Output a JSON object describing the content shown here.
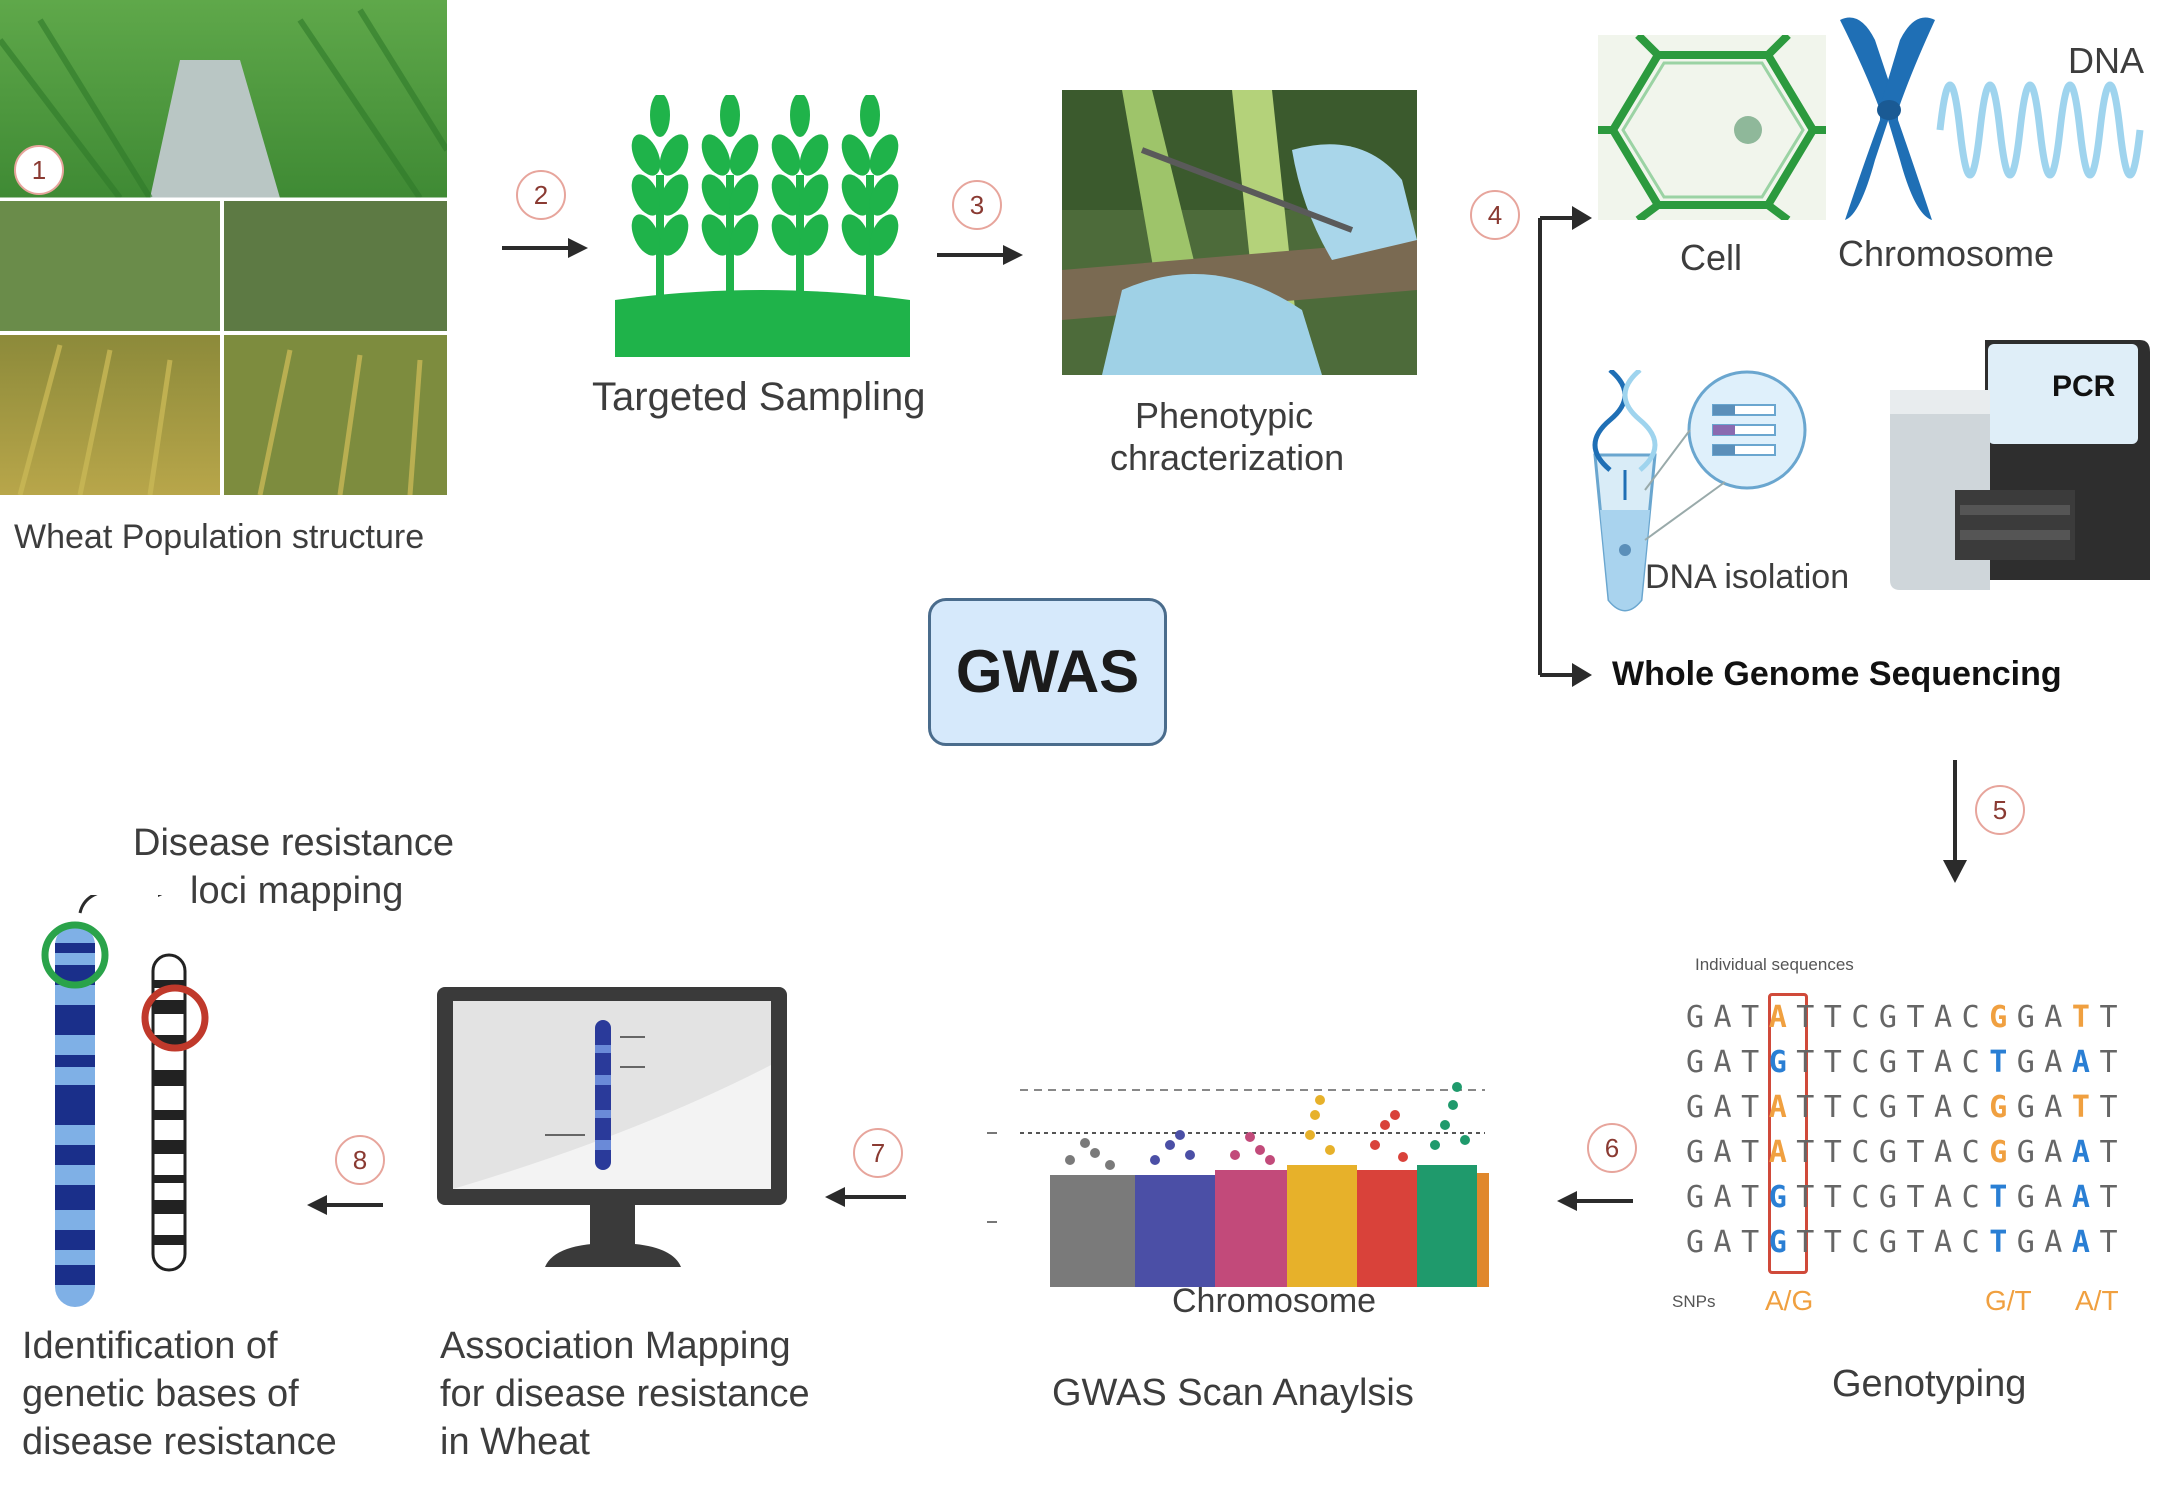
{
  "gwas_title": "GWAS",
  "steps": {
    "s1": {
      "number": "1",
      "label": "Wheat Population structure"
    },
    "s2": {
      "number": "2",
      "label": "Targeted Sampling"
    },
    "s3": {
      "number": "3",
      "label_line1": "Phenotypic",
      "label_line2": "chracterization"
    },
    "s4": {
      "number": "4",
      "cell_label": "Cell",
      "chromosome_label": "Chromosome",
      "dna_label": "DNA",
      "isolation_label": "DNA isolation",
      "pcr_label": "PCR",
      "wgs_label": "Whole Genome Sequencing"
    },
    "s5": {
      "number": "5"
    },
    "s6": {
      "number": "6",
      "label": "Genotyping",
      "header": "Individual sequences",
      "snps_label": "SNPs",
      "snp_1": "A/G",
      "snp_2": "G/T",
      "snp_3": "A/T",
      "rows": [
        {
          "pre": "GAT",
          "snp1": "A",
          "mid": "TTCGTAC",
          "snp2": "G",
          "post1": "GA",
          "snp3": "T",
          "post2": "T"
        },
        {
          "pre": "GAT",
          "snp1": "G",
          "mid": "TTCGTAC",
          "snp2": "T",
          "post1": "GA",
          "snp3": "A",
          "post2": "T"
        },
        {
          "pre": "GAT",
          "snp1": "A",
          "mid": "TTCGTAC",
          "snp2": "G",
          "post1": "GA",
          "snp3": "T",
          "post2": "T"
        },
        {
          "pre": "GAT",
          "snp1": "A",
          "mid": "TTCGTAC",
          "snp2": "G",
          "post1": "GA",
          "snp3": "A",
          "post2": "T"
        },
        {
          "pre": "GAT",
          "snp1": "G",
          "mid": "TTCGTAC",
          "snp2": "T",
          "post1": "GA",
          "snp3": "A",
          "post2": "T"
        },
        {
          "pre": "GAT",
          "snp1": "G",
          "mid": "TTCGTAC",
          "snp2": "T",
          "post1": "GA",
          "snp3": "A",
          "post2": "T"
        }
      ]
    },
    "s7": {
      "number": "7",
      "label": "GWAS Scan Anaylsis",
      "axis_label": "Chromosome"
    },
    "s8": {
      "number": "8",
      "label_line1": "Association Mapping",
      "label_line2": "for disease resistance",
      "label_line3": "in Wheat"
    },
    "s9": {
      "label_line1": "Identification of",
      "label_line2": "genetic bases of",
      "label_line3": "disease resistance",
      "loci_line1": "Disease resistance",
      "loci_line2": "loci mapping"
    }
  },
  "colors": {
    "arrow": "#2b2b2b",
    "badge_border": "#e7a59c",
    "plant_green": "#1fb34a",
    "gwas_fill": "#d6e9fb",
    "gwas_border": "#4a6c8c",
    "chromosome_blue": "#1f6fb5",
    "snp_orange": "#f0a040",
    "snp_blue": "#2a7fd4",
    "highlight_red": "#d04a3a",
    "manhattan": [
      "#7a7a7a",
      "#4b4fa6",
      "#c24a7a",
      "#e7b12a",
      "#d9423a",
      "#1f9a6c",
      "#e0872c"
    ]
  }
}
